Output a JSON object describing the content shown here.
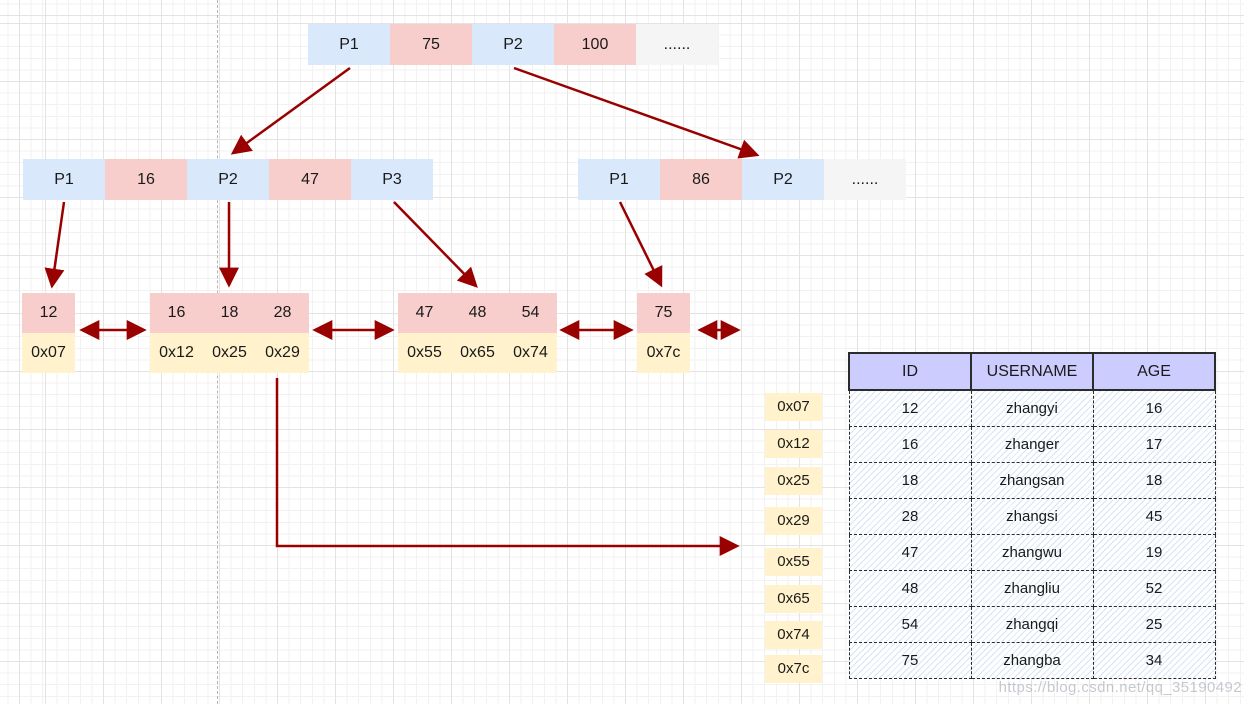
{
  "diagram": {
    "root_node": {
      "cells": [
        "P1",
        "75",
        "P2",
        "100",
        "......"
      ]
    },
    "internal_left_node": {
      "cells": [
        "P1",
        "16",
        "P2",
        "47",
        "P3"
      ]
    },
    "internal_right_node": {
      "cells": [
        "P1",
        "86",
        "P2",
        "......"
      ]
    },
    "leaves": [
      {
        "keys": [
          "12"
        ],
        "addrs": [
          "0x07"
        ]
      },
      {
        "keys": [
          "16",
          "18",
          "28"
        ],
        "addrs": [
          "0x12",
          "0x25",
          "0x29"
        ]
      },
      {
        "keys": [
          "47",
          "48",
          "54"
        ],
        "addrs": [
          "0x55",
          "0x65",
          "0x74"
        ]
      },
      {
        "keys": [
          "75"
        ],
        "addrs": [
          "0x7c"
        ]
      }
    ]
  },
  "address_labels": [
    "0x07",
    "0x12",
    "0x25",
    "0x29",
    "0x55",
    "0x65",
    "0x74",
    "0x7c"
  ],
  "table": {
    "headers": [
      "ID",
      "USERNAME",
      "AGE"
    ],
    "rows": [
      [
        "12",
        "zhangyi",
        "16"
      ],
      [
        "16",
        "zhanger",
        "17"
      ],
      [
        "18",
        "zhangsan",
        "18"
      ],
      [
        "28",
        "zhangsi",
        "45"
      ],
      [
        "47",
        "zhangwu",
        "19"
      ],
      [
        "48",
        "zhangliu",
        "52"
      ],
      [
        "54",
        "zhangqi",
        "25"
      ],
      [
        "75",
        "zhangba",
        "34"
      ]
    ]
  },
  "watermark": "https://blog.csdn.net/qq_35190492",
  "colors": {
    "pointer_cell": "#dae8fc",
    "key_cell": "#f8cecc",
    "address_cell": "#fff2cc",
    "ellipsis_cell": "#f5f5f5",
    "arrow": "#990000",
    "table_header": "#ccccff",
    "table_hatch": "#cfe2f5"
  }
}
